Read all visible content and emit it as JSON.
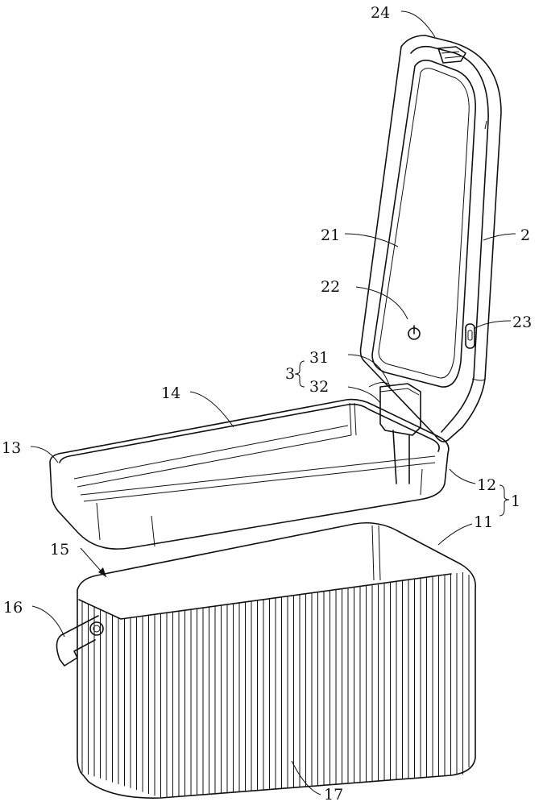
{
  "figure": {
    "labels": {
      "l24": "24",
      "l21": "21",
      "l2": "2",
      "l22": "22",
      "l23": "23",
      "l3": "3",
      "l31": "31",
      "l32": "32",
      "l14": "14",
      "l13": "13",
      "l12": "12",
      "l1": "1",
      "l11": "11",
      "l15": "15",
      "l16": "16",
      "l17": "17"
    },
    "colors": {
      "line": "#111111",
      "background": "#ffffff"
    },
    "icons": {
      "power": "power-icon"
    }
  }
}
